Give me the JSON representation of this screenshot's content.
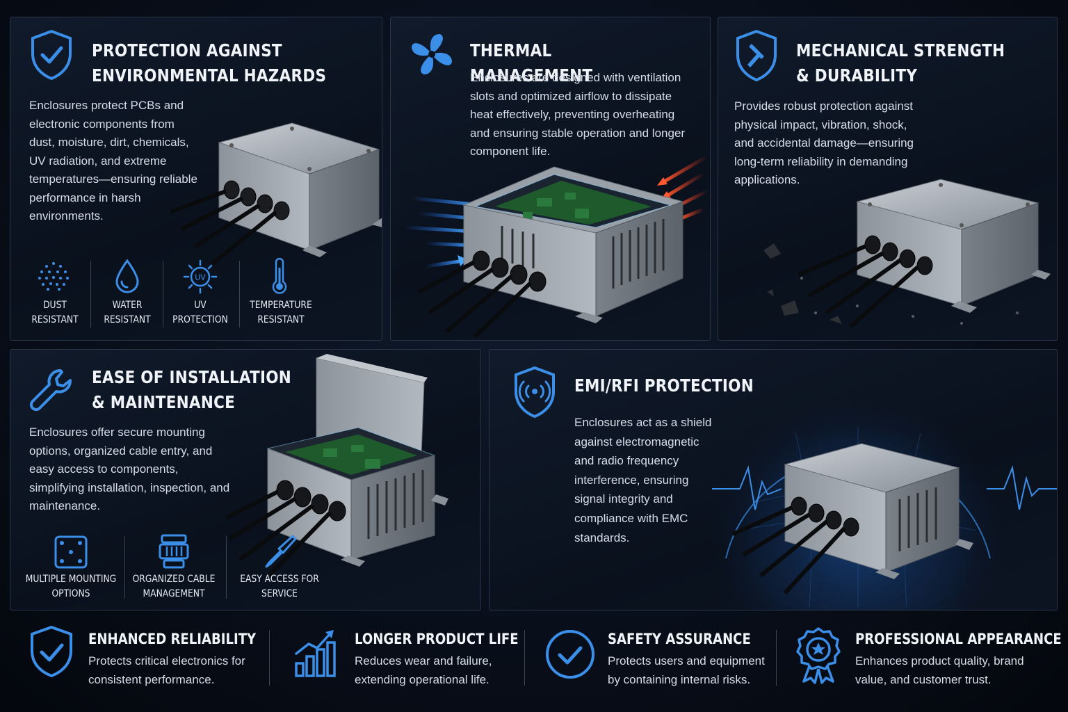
{
  "panels": {
    "environmental": {
      "title_line1": "PROTECTION AGAINST",
      "title_line2": "ENVIRONMENTAL HAZARDS",
      "description": "Enclosures protect PCBs and electronic components from dust, moisture, dirt, chemicals, UV radiation, and extreme temperatures—ensuring reliable performance in harsh environments.",
      "features": [
        {
          "line1": "DUST",
          "line2": "RESISTANT",
          "icon": "dust-icon"
        },
        {
          "line1": "WATER",
          "line2": "RESISTANT",
          "icon": "water-drop-icon"
        },
        {
          "line1": "UV",
          "line2": "PROTECTION",
          "icon": "uv-sun-icon"
        },
        {
          "line1": "TEMPERATURE",
          "line2": "RESISTANT",
          "icon": "thermometer-icon"
        }
      ],
      "uv_icon_text": "UV"
    },
    "thermal": {
      "title": "THERMAL MANAGEMENT",
      "description": "Enclosures are designed with ventilation slots and optimized airflow to dissipate heat effectively, preventing overheating and ensuring stable operation and longer component life."
    },
    "mechanical": {
      "title_line1": "MECHANICAL STRENGTH",
      "title_line2": "& DURABILITY",
      "description": "Provides robust protection against physical impact, vibration, shock, and accidental damage—ensuring long-term reliability in demanding applications."
    },
    "installation": {
      "title_line1": "EASE OF INSTALLATION",
      "title_line2": "& MAINTENANCE",
      "description": "Enclosures offer secure mounting options, organized cable entry, and easy access to components, simplifying installation, inspection, and maintenance.",
      "features": [
        {
          "line1": "MULTIPLE MOUNTING",
          "line2": "OPTIONS",
          "icon": "mounting-plate-icon"
        },
        {
          "line1": "ORGANIZED CABLE",
          "line2": "MANAGEMENT",
          "icon": "cable-gland-icon"
        },
        {
          "line1": "EASY ACCESS FOR",
          "line2": "SERVICE",
          "icon": "screwdriver-icon"
        }
      ]
    },
    "emi": {
      "title": "EMI/RFI PROTECTION",
      "description": "Enclosures act as a shield against electromagnetic and radio frequency interference, ensuring signal integrity and compliance with EMC standards."
    }
  },
  "benefits": [
    {
      "title": "ENHANCED RELIABILITY",
      "description": "Protects critical electronics for consistent performance.",
      "icon": "shield-check-icon"
    },
    {
      "title": "LONGER PRODUCT LIFE",
      "description": "Reduces wear and failure, extending operational life.",
      "icon": "growth-chart-icon"
    },
    {
      "title": "SAFETY ASSURANCE",
      "description": "Protects users and equipment by containing internal risks.",
      "icon": "check-circle-icon"
    },
    {
      "title": "PROFESSIONAL APPEARANCE",
      "description": "Enhances product quality, brand value, and customer trust.",
      "icon": "award-ribbon-icon"
    }
  ],
  "colors": {
    "accent_blue": "#3b8fe8",
    "heat_red": "#e8452f",
    "panel_border": "#2a3648",
    "background": "#070c16"
  }
}
